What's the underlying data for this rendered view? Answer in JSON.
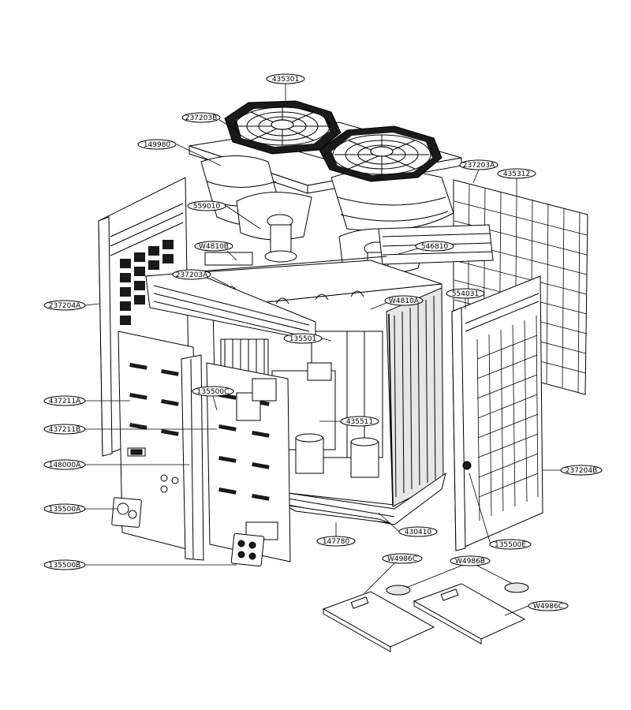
{
  "labels": {
    "l435301": "435301",
    "l237203B": "237203B",
    "l149980": "149980",
    "l237203A_top": "237203A",
    "l435312": "435312",
    "l559010": "559010",
    "lW4810B": "W4810B",
    "l546810": "546810",
    "l237203A_mid": "237203A",
    "lW4810A": "W4810A",
    "l554031": "554031",
    "l237204A": "237204A",
    "l135501": "135501",
    "l135500C": "135500C",
    "l437211A": "437211A",
    "l437211B": "437211B",
    "l435511": "435511",
    "l148000A": "148000A",
    "l237204B": "237204B",
    "l135500A": "135500A",
    "l430410": "430410",
    "l147780": "147780",
    "l135500E": "135500E",
    "l135500B": "135500B",
    "lW4986C_left": "W4986C",
    "lW4986B": "W4986B",
    "lW4986C_right": "W4986C"
  }
}
